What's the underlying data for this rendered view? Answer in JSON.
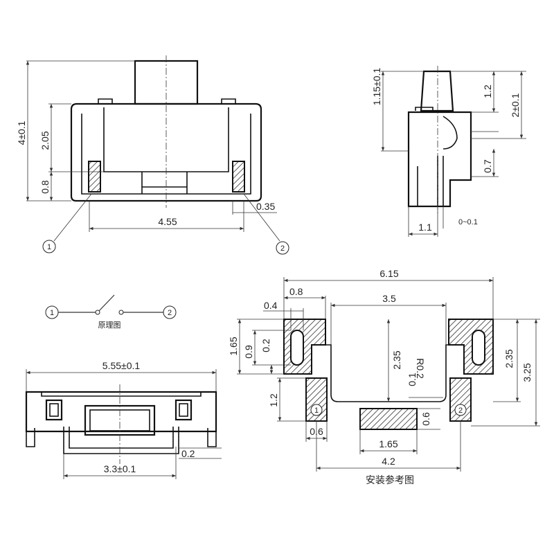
{
  "colors": {
    "ink": "#111111",
    "background": "#ffffff",
    "dimension": "#333333"
  },
  "front_view": {
    "height_total": "4±0.1",
    "height_body": "2.05",
    "height_terminal": "0.8",
    "pitch": "4.55",
    "terminal_width": "0.35",
    "terminal_1": "1",
    "terminal_2": "2"
  },
  "side_view": {
    "actuator_height": "1.15±0.1",
    "actuator_top": "1.2",
    "overall": "2±0.1",
    "lower": "0.7",
    "width": "1.1",
    "gap": "0~0.1"
  },
  "schematic": {
    "label": "原理图",
    "terminal_1": "1",
    "terminal_2": "2"
  },
  "bottom_view": {
    "width": "5.55±0.1",
    "inner_width": "3.3±0.1",
    "thickness": "0.2"
  },
  "footprint": {
    "title": "安装参考图",
    "overall_width": "6.15",
    "slot_offset": "0.8",
    "slot_width": "0.4",
    "inner_span": "3.5",
    "height_left": "1.65",
    "slot_h": "0.9",
    "slot_gap": "0.2",
    "center_h": "2.35",
    "radius": "R0.2",
    "small_gap": "0.1",
    "right_h": "2.35",
    "right_total": "3.25",
    "pad_h": "1.2",
    "pad_w": "0.6",
    "center_pad": "1.65",
    "pad_gap": "0.6",
    "pad_span": "4.2",
    "pad_1": "1",
    "pad_2": "2"
  }
}
